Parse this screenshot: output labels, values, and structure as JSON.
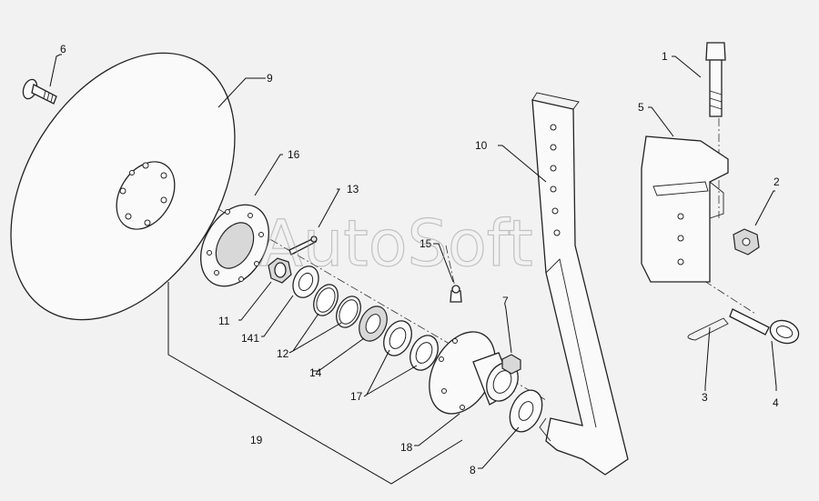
{
  "watermark": "AutoSoft",
  "callouts": {
    "c1": "1",
    "c2": "2",
    "c3": "3",
    "c4": "4",
    "c5": "5",
    "c6": "6",
    "c7": "7",
    "c8": "8",
    "c9": "9",
    "c10": "10",
    "c11": "11",
    "c12": "12",
    "c13": "13",
    "c14": "14",
    "c141": "141",
    "c15": "15",
    "c16": "16",
    "c17": "17",
    "c18": "18",
    "c19": "19"
  }
}
